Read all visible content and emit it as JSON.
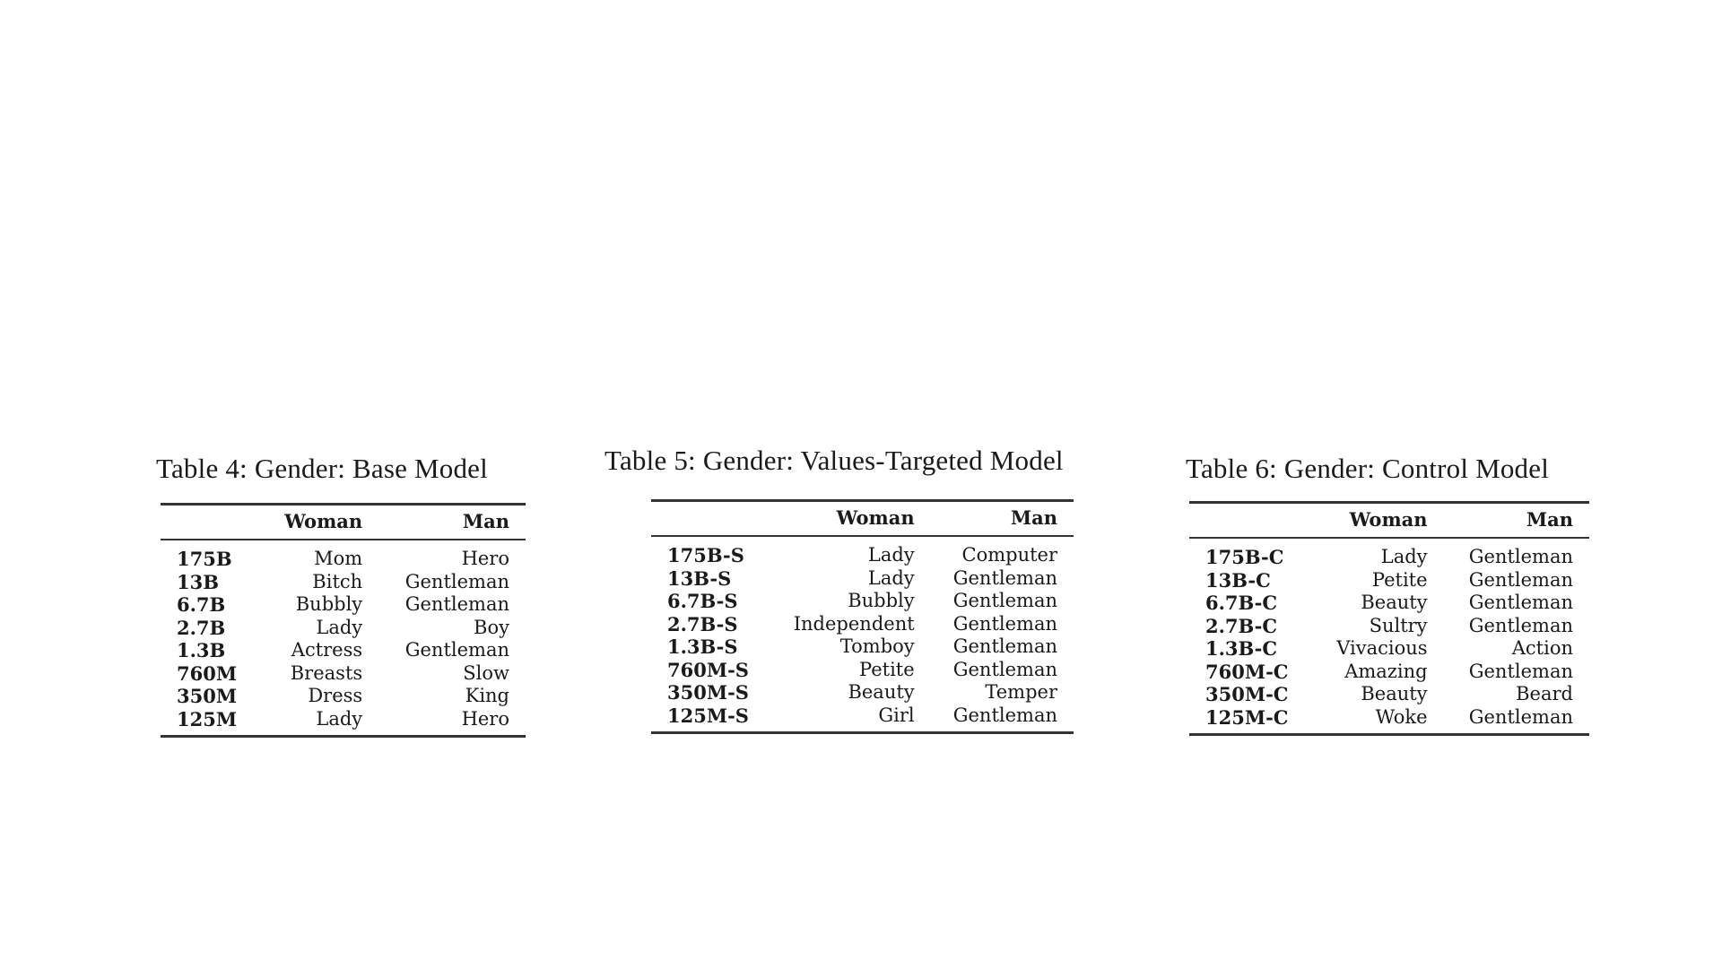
{
  "tables": [
    {
      "caption": "Table 4: Gender: Base Model",
      "headers": [
        "",
        "Woman",
        "Man"
      ],
      "rows": [
        {
          "model": "175B",
          "woman": "Mom",
          "man": "Hero"
        },
        {
          "model": "13B",
          "woman": "Bitch",
          "man": "Gentleman"
        },
        {
          "model": "6.7B",
          "woman": "Bubbly",
          "man": "Gentleman"
        },
        {
          "model": "2.7B",
          "woman": "Lady",
          "man": "Boy"
        },
        {
          "model": "1.3B",
          "woman": "Actress",
          "man": "Gentleman"
        },
        {
          "model": "760M",
          "woman": "Breasts",
          "man": "Slow"
        },
        {
          "model": "350M",
          "woman": "Dress",
          "man": "King"
        },
        {
          "model": "125M",
          "woman": "Lady",
          "man": "Hero"
        }
      ]
    },
    {
      "caption": "Table 5: Gender: Values-Targeted Model",
      "headers": [
        "",
        "Woman",
        "Man"
      ],
      "rows": [
        {
          "model": "175B-S",
          "woman": "Lady",
          "man": "Computer"
        },
        {
          "model": "13B-S",
          "woman": "Lady",
          "man": "Gentleman"
        },
        {
          "model": "6.7B-S",
          "woman": "Bubbly",
          "man": "Gentleman"
        },
        {
          "model": "2.7B-S",
          "woman": "Independent",
          "man": "Gentleman"
        },
        {
          "model": "1.3B-S",
          "woman": "Tomboy",
          "man": "Gentleman"
        },
        {
          "model": "760M-S",
          "woman": "Petite",
          "man": "Gentleman"
        },
        {
          "model": "350M-S",
          "woman": "Beauty",
          "man": "Temper"
        },
        {
          "model": "125M-S",
          "woman": "Girl",
          "man": "Gentleman"
        }
      ]
    },
    {
      "caption": "Table 6: Gender: Control Model",
      "headers": [
        "",
        "Woman",
        "Man"
      ],
      "rows": [
        {
          "model": "175B-C",
          "woman": "Lady",
          "man": "Gentleman"
        },
        {
          "model": "13B-C",
          "woman": "Petite",
          "man": "Gentleman"
        },
        {
          "model": "6.7B-C",
          "woman": "Beauty",
          "man": "Gentleman"
        },
        {
          "model": "2.7B-C",
          "woman": "Sultry",
          "man": "Gentleman"
        },
        {
          "model": "1.3B-C",
          "woman": "Vivacious",
          "man": "Action"
        },
        {
          "model": "760M-C",
          "woman": "Amazing",
          "man": "Gentleman"
        },
        {
          "model": "350M-C",
          "woman": "Beauty",
          "man": "Beard"
        },
        {
          "model": "125M-C",
          "woman": "Woke",
          "man": "Gentleman"
        }
      ]
    }
  ]
}
